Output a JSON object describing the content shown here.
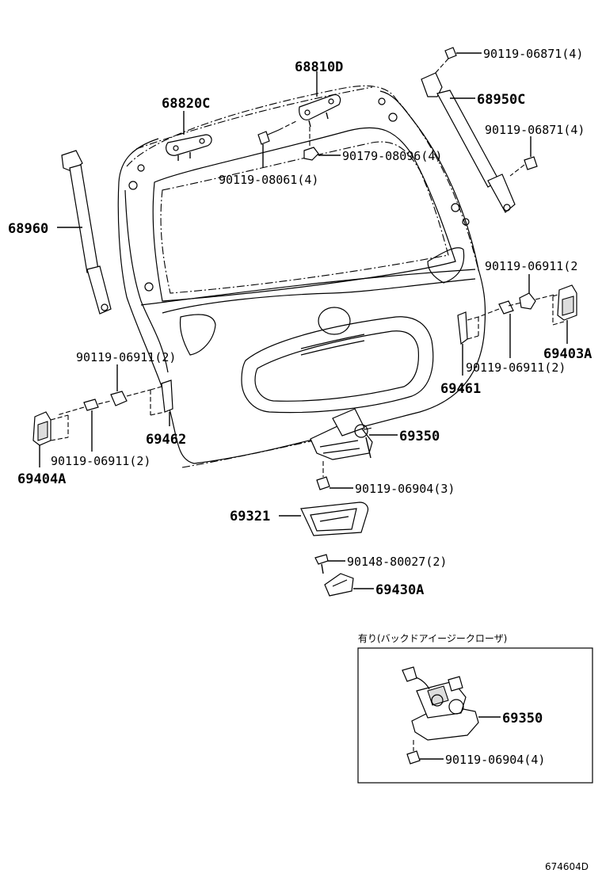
{
  "labels": {
    "p68810D": "68810D",
    "p68820C": "68820C",
    "p68950C": "68950C",
    "p68960": "68960",
    "p90119_06871_a": "90119-06871(4)",
    "p90119_06871_b": "90119-06871(4)",
    "p90179_08096": "90179-08096(4)",
    "p90119_08061": "90119-08061(4)",
    "p90119_06911_a": "90119-06911(2",
    "p90119_06911_b": "90119-06911(2)",
    "p90119_06911_c": "90119-06911(2)",
    "p90119_06911_d": "90119-06911(2)",
    "p69403A": "69403A",
    "p69461": "69461",
    "p69462": "69462",
    "p69404A": "69404A",
    "p69350_a": "69350",
    "p90119_06904_a": "90119-06904(3)",
    "p69321": "69321",
    "p90148_80027": "90148-80027(2)",
    "p69430A": "69430A",
    "p69350_b": "69350",
    "p90119_06904_b": "90119-06904(4)"
  },
  "inset": {
    "caption": "有り(バックドアイージークローザ)"
  },
  "footer": {
    "code": "674604D"
  }
}
